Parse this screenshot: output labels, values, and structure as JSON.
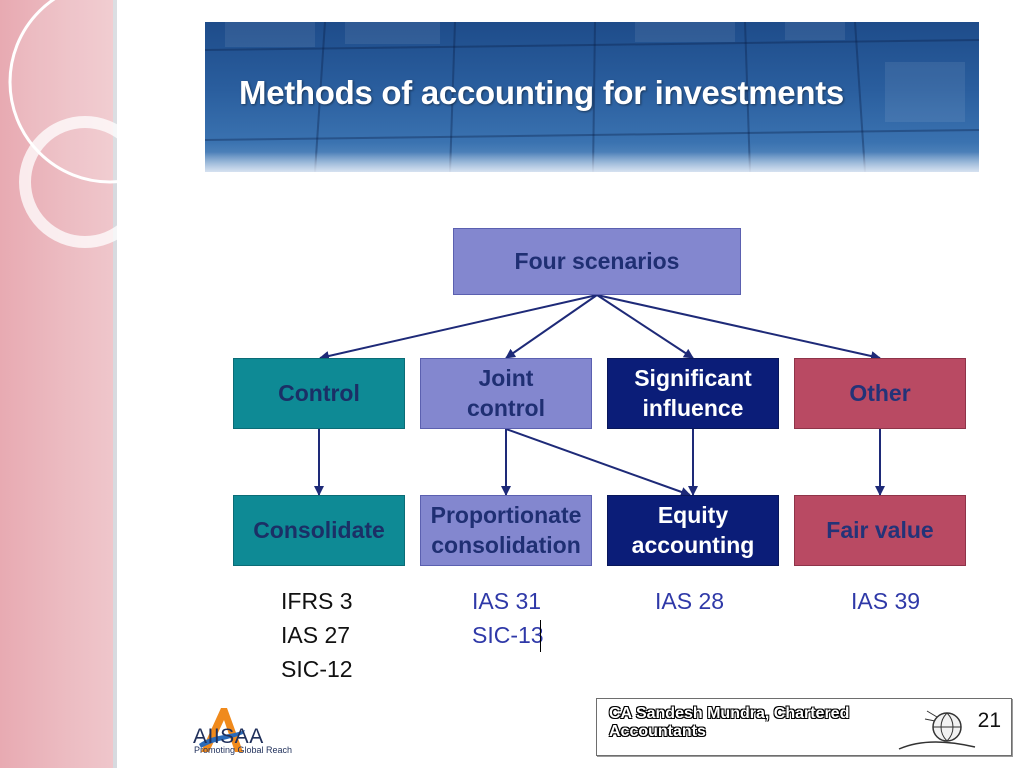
{
  "slide": {
    "title": "Methods of accounting for investments",
    "page_number": "21"
  },
  "diagram": {
    "root": "Four scenarios",
    "scenarios": [
      {
        "label_lines": [
          "Control"
        ]
      },
      {
        "label_lines": [
          "Joint",
          "control"
        ]
      },
      {
        "label_lines": [
          "Significant",
          "influence"
        ]
      },
      {
        "label_lines": [
          "Other"
        ]
      }
    ],
    "methods": [
      {
        "label_lines": [
          "Consolidate"
        ]
      },
      {
        "label_lines": [
          "Proportionate",
          "consolidation"
        ]
      },
      {
        "label_lines": [
          "Equity",
          "accounting"
        ]
      },
      {
        "label_lines": [
          "Fair value"
        ]
      }
    ],
    "standards": [
      [
        "IFRS 3",
        "IAS 27",
        "SIC-12"
      ],
      [
        "IAS 31",
        "SIC-13"
      ],
      [
        "IAS 28"
      ],
      [
        "IAS 39"
      ]
    ],
    "colors": {
      "teal": "#0e8a95",
      "lilac": "#8387cf",
      "navy": "#0b1d78",
      "rose": "#b94a63",
      "connector": "#1e2a78"
    }
  },
  "logo": {
    "name": "AIISAA",
    "tagline": "Promoting Global Reach"
  },
  "footer": {
    "author": "CA Sandesh Mundra, Chartered Accountants"
  }
}
